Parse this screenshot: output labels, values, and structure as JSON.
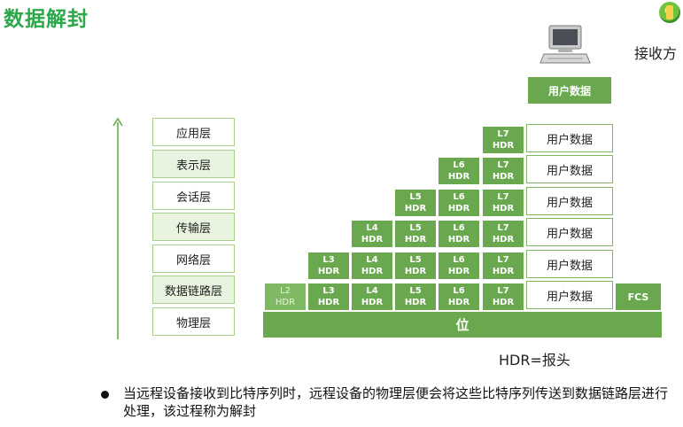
{
  "title": "数据解封",
  "receiver": {
    "label": "接收方",
    "top_data_label": "用户数据"
  },
  "layers": [
    "应用层",
    "表示层",
    "会话层",
    "传输层",
    "网络层",
    "数据链路层",
    "物理层"
  ],
  "headers": {
    "L2": [
      "L2",
      "HDR"
    ],
    "L3": [
      "L3",
      "HDR"
    ],
    "L4": [
      "L4",
      "HDR"
    ],
    "L5": [
      "L5",
      "HDR"
    ],
    "L6": [
      "L6",
      "HDR"
    ],
    "L7": [
      "L7",
      "HDR"
    ]
  },
  "user_data_label": "用户数据",
  "fcs_label": "FCS",
  "bits_label": "位",
  "legend": "HDR=报头",
  "note": "当远程设备接收到比特序列时，远程设备的物理层便会将这些比特序列传送到数据链路层进行处理，该过程称为解封"
}
